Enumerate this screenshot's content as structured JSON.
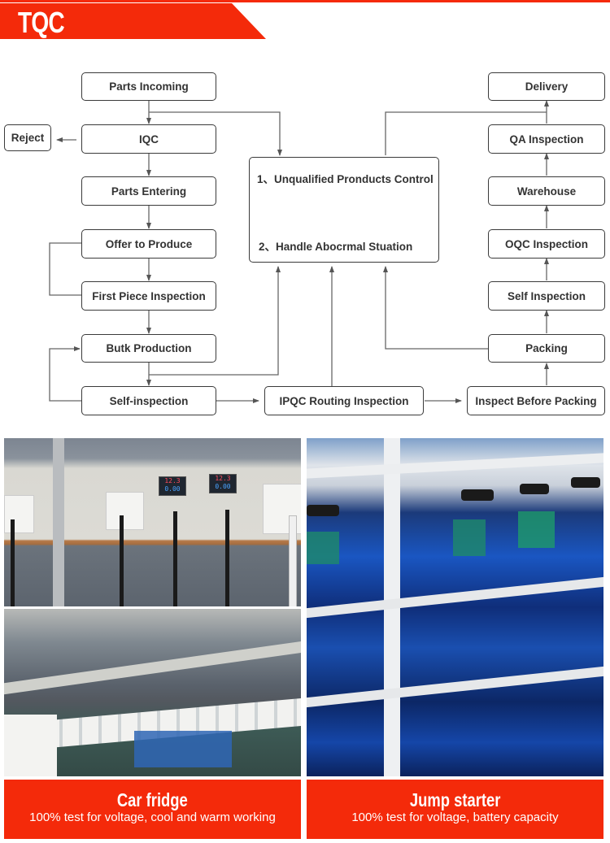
{
  "header": {
    "title": "TQC",
    "accent_color": "#f42a0a"
  },
  "flowchart": {
    "left_column": [
      {
        "id": "parts-incoming",
        "label": "Parts Incoming"
      },
      {
        "id": "iqc",
        "label": "IQC"
      },
      {
        "id": "parts-entering",
        "label": "Parts Entering"
      },
      {
        "id": "offer-to-produce",
        "label": "Offer to Produce"
      },
      {
        "id": "first-piece-inspection",
        "label": "First Piece Inspection"
      },
      {
        "id": "butk-production",
        "label": "Butk Production"
      },
      {
        "id": "self-inspection",
        "label": "Self-inspection"
      }
    ],
    "reject": {
      "id": "reject",
      "label": "Reject"
    },
    "center": {
      "line1": "1、Unqualified Pronducts Control",
      "line2": "2、Handle Abocrmal Stuation"
    },
    "ipqc": {
      "id": "ipqc-routing-inspection",
      "label": "IPQC Routing Inspection"
    },
    "right_column": [
      {
        "id": "delivery",
        "label": "Delivery"
      },
      {
        "id": "qa-inspection",
        "label": "QA Inspection"
      },
      {
        "id": "warehouse",
        "label": "Warehouse"
      },
      {
        "id": "oqc-inspection",
        "label": "OQC Inspection"
      },
      {
        "id": "self-inspection-right",
        "label": "Self Inspection"
      },
      {
        "id": "packing",
        "label": "Packing"
      },
      {
        "id": "inspect-before-packing",
        "label": "Inspect Before Packing"
      }
    ],
    "line_color": "#666666"
  },
  "photos": {
    "left": {
      "meter_reading_top": "12.3",
      "meter_reading_bottom": "0.00"
    }
  },
  "captions": [
    {
      "title": "Car fridge",
      "subtitle": "100% test for voltage, cool and warm working"
    },
    {
      "title": "Jump starter",
      "subtitle": "100% test for voltage, battery capacity"
    }
  ]
}
